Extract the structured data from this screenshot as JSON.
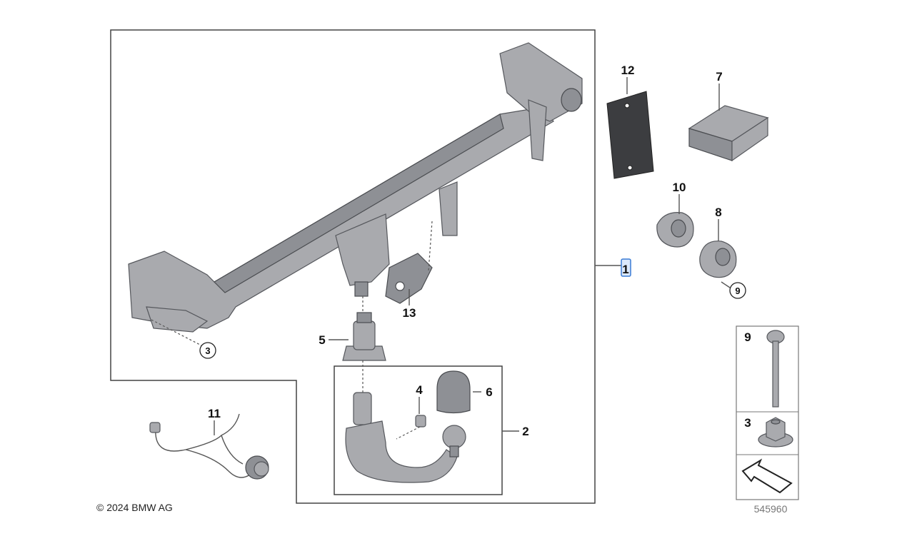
{
  "diagram": {
    "copyright": "© 2024 BMW AG",
    "diagram_number": "545960",
    "callouts": {
      "c1": "1",
      "c2": "2",
      "c3": "3",
      "c4": "4",
      "c5": "5",
      "c6": "6",
      "c7": "7",
      "c8": "8",
      "c9": "9",
      "c10": "10",
      "c11": "11",
      "c12": "12",
      "c13": "13"
    },
    "legend_box": {
      "item_a": "9",
      "item_b": "3"
    },
    "highlight_color": "#3a7bd5"
  }
}
